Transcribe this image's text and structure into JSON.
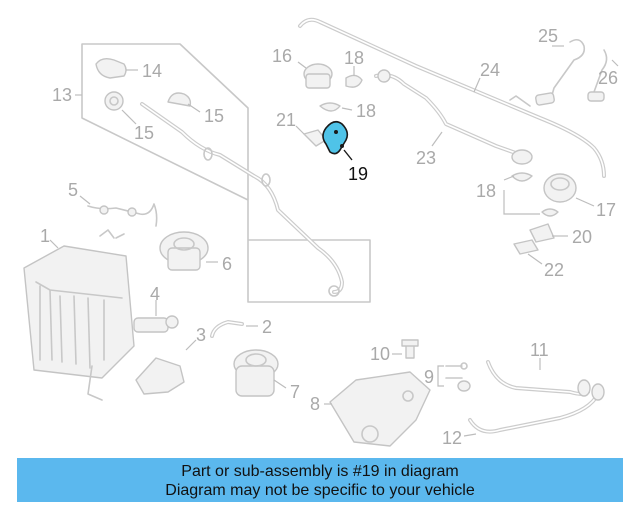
{
  "callouts": {
    "c1": "1",
    "c2": "2",
    "c3": "3",
    "c4": "4",
    "c5": "5",
    "c6": "6",
    "c7": "7",
    "c8": "8",
    "c9": "9",
    "c10": "10",
    "c11": "11",
    "c12": "12",
    "c13": "13",
    "c14": "14",
    "c15a": "15",
    "c15b": "15",
    "c16": "16",
    "c17": "17",
    "c18a": "18",
    "c18b": "18",
    "c18c": "18",
    "c19": "19",
    "c20": "20",
    "c21": "21",
    "c22": "22",
    "c23": "23",
    "c24": "24",
    "c25": "25",
    "c26": "26"
  },
  "highlight": {
    "part_number": "19",
    "color": "#4fc3e8"
  },
  "banner": {
    "line1": "Part or sub-assembly is #19 in diagram",
    "line2": "Diagram may not be specific to your vehicle",
    "background": "#5bb8ee"
  }
}
